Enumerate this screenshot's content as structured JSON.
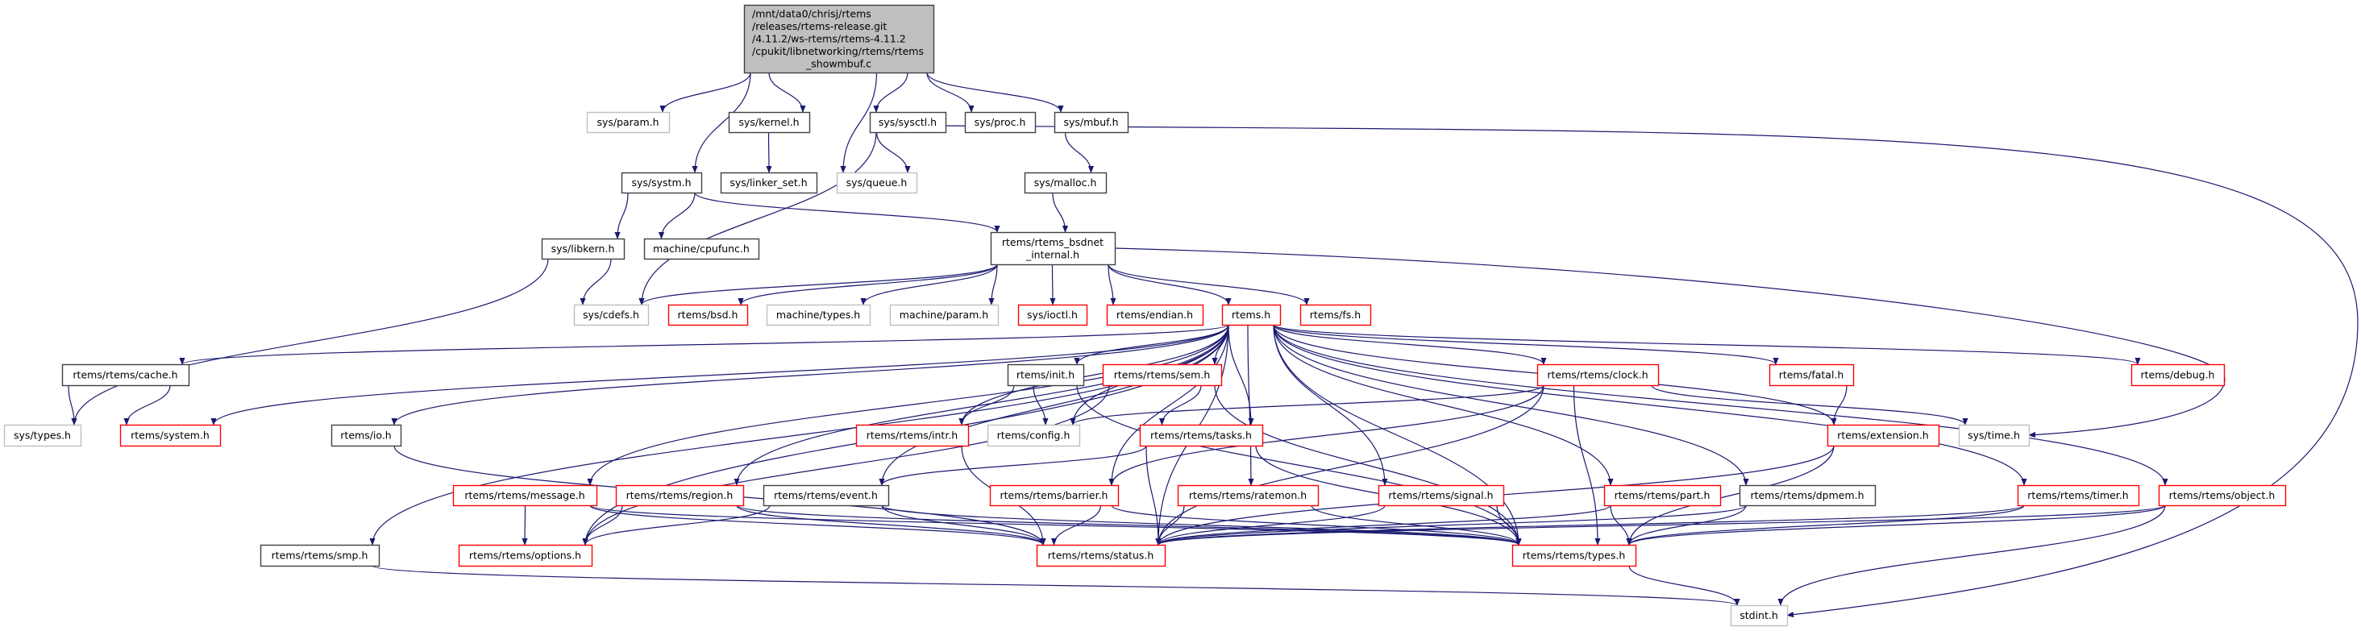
{
  "colors": {
    "edge": "#191970",
    "border_documented": "#000000",
    "border_undocumented": "#bfbfbf",
    "border_incomplete": "#ff0000",
    "root_fill": "#bfbfbf"
  },
  "graph": {
    "nodes": [
      {
        "id": "root",
        "lines": [
          "/mnt/data0/chrisj/rtems",
          "/releases/rtems-release.git",
          "/4.11.2/ws-rtems/rtems-4.11.2",
          "/cpukit/libnetworking/rtems/rtems",
          "_showmbuf.c"
        ],
        "kind": "root"
      },
      {
        "id": "sys_param",
        "lines": [
          "sys/param.h"
        ],
        "kind": "external"
      },
      {
        "id": "sys_kernel",
        "lines": [
          "sys/kernel.h"
        ],
        "kind": "normal"
      },
      {
        "id": "sys_sysctl",
        "lines": [
          "sys/sysctl.h"
        ],
        "kind": "normal"
      },
      {
        "id": "sys_proc",
        "lines": [
          "sys/proc.h"
        ],
        "kind": "normal"
      },
      {
        "id": "sys_mbuf",
        "lines": [
          "sys/mbuf.h"
        ],
        "kind": "normal"
      },
      {
        "id": "sys_systm",
        "lines": [
          "sys/systm.h"
        ],
        "kind": "normal"
      },
      {
        "id": "sys_linker_set",
        "lines": [
          "sys/linker_set.h"
        ],
        "kind": "normal"
      },
      {
        "id": "sys_queue",
        "lines": [
          "sys/queue.h"
        ],
        "kind": "external"
      },
      {
        "id": "sys_malloc",
        "lines": [
          "sys/malloc.h"
        ],
        "kind": "normal"
      },
      {
        "id": "sys_libkern",
        "lines": [
          "sys/libkern.h"
        ],
        "kind": "normal"
      },
      {
        "id": "machine_cpufunc",
        "lines": [
          "machine/cpufunc.h"
        ],
        "kind": "normal"
      },
      {
        "id": "bsdnet",
        "lines": [
          "rtems/rtems_bsdnet",
          "_internal.h"
        ],
        "kind": "normal"
      },
      {
        "id": "sys_cdefs",
        "lines": [
          "sys/cdefs.h"
        ],
        "kind": "external"
      },
      {
        "id": "rtems_bsd",
        "lines": [
          "rtems/bsd.h"
        ],
        "kind": "red"
      },
      {
        "id": "machine_types",
        "lines": [
          "machine/types.h"
        ],
        "kind": "external"
      },
      {
        "id": "machine_param",
        "lines": [
          "machine/param.h"
        ],
        "kind": "external"
      },
      {
        "id": "sys_ioctl",
        "lines": [
          "sys/ioctl.h"
        ],
        "kind": "red"
      },
      {
        "id": "rtems_endian",
        "lines": [
          "rtems/endian.h"
        ],
        "kind": "red"
      },
      {
        "id": "rtems_h",
        "lines": [
          "rtems.h"
        ],
        "kind": "red"
      },
      {
        "id": "rtems_fs",
        "lines": [
          "rtems/fs.h"
        ],
        "kind": "red"
      },
      {
        "id": "cache",
        "lines": [
          "rtems/rtems/cache.h"
        ],
        "kind": "normal"
      },
      {
        "id": "init",
        "lines": [
          "rtems/init.h"
        ],
        "kind": "normal"
      },
      {
        "id": "sem",
        "lines": [
          "rtems/rtems/sem.h"
        ],
        "kind": "red"
      },
      {
        "id": "clock",
        "lines": [
          "rtems/rtems/clock.h"
        ],
        "kind": "red"
      },
      {
        "id": "fatal",
        "lines": [
          "rtems/fatal.h"
        ],
        "kind": "red"
      },
      {
        "id": "debug",
        "lines": [
          "rtems/debug.h"
        ],
        "kind": "red"
      },
      {
        "id": "sys_types",
        "lines": [
          "sys/types.h"
        ],
        "kind": "external"
      },
      {
        "id": "system",
        "lines": [
          "rtems/system.h"
        ],
        "kind": "red"
      },
      {
        "id": "io",
        "lines": [
          "rtems/io.h"
        ],
        "kind": "normal"
      },
      {
        "id": "intr",
        "lines": [
          "rtems/rtems/intr.h"
        ],
        "kind": "red"
      },
      {
        "id": "config",
        "lines": [
          "rtems/config.h"
        ],
        "kind": "external"
      },
      {
        "id": "tasks",
        "lines": [
          "rtems/rtems/tasks.h"
        ],
        "kind": "red"
      },
      {
        "id": "extension",
        "lines": [
          "rtems/extension.h"
        ],
        "kind": "red"
      },
      {
        "id": "sys_time",
        "lines": [
          "sys/time.h"
        ],
        "kind": "external"
      },
      {
        "id": "message",
        "lines": [
          "rtems/rtems/message.h"
        ],
        "kind": "red"
      },
      {
        "id": "region",
        "lines": [
          "rtems/rtems/region.h"
        ],
        "kind": "red"
      },
      {
        "id": "event",
        "lines": [
          "rtems/rtems/event.h"
        ],
        "kind": "normal"
      },
      {
        "id": "barrier",
        "lines": [
          "rtems/rtems/barrier.h"
        ],
        "kind": "red"
      },
      {
        "id": "ratemon",
        "lines": [
          "rtems/rtems/ratemon.h"
        ],
        "kind": "red"
      },
      {
        "id": "signal",
        "lines": [
          "rtems/rtems/signal.h"
        ],
        "kind": "red"
      },
      {
        "id": "part",
        "lines": [
          "rtems/rtems/part.h"
        ],
        "kind": "red"
      },
      {
        "id": "dpmem",
        "lines": [
          "rtems/rtems/dpmem.h"
        ],
        "kind": "normal"
      },
      {
        "id": "timer",
        "lines": [
          "rtems/rtems/timer.h"
        ],
        "kind": "red"
      },
      {
        "id": "object",
        "lines": [
          "rtems/rtems/object.h"
        ],
        "kind": "red"
      },
      {
        "id": "smp",
        "lines": [
          "rtems/rtems/smp.h"
        ],
        "kind": "normal"
      },
      {
        "id": "options",
        "lines": [
          "rtems/rtems/options.h"
        ],
        "kind": "red"
      },
      {
        "id": "status",
        "lines": [
          "rtems/rtems/status.h"
        ],
        "kind": "red"
      },
      {
        "id": "types",
        "lines": [
          "rtems/rtems/types.h"
        ],
        "kind": "red"
      },
      {
        "id": "stdint",
        "lines": [
          "stdint.h"
        ],
        "kind": "external"
      }
    ],
    "edges": [
      [
        "root",
        "sys_param"
      ],
      [
        "root",
        "sys_systm"
      ],
      [
        "root",
        "sys_kernel"
      ],
      [
        "root",
        "sys_queue"
      ],
      [
        "root",
        "sys_sysctl"
      ],
      [
        "root",
        "sys_proc"
      ],
      [
        "root",
        "sys_mbuf"
      ],
      [
        "sys_kernel",
        "sys_linker_set"
      ],
      [
        "sys_sysctl",
        "sys_queue"
      ],
      [
        "sys_sysctl",
        "sys_cdefs"
      ],
      [
        "sys_sysctl",
        "stdint"
      ],
      [
        "sys_mbuf",
        "sys_malloc"
      ],
      [
        "sys_malloc",
        "bsdnet"
      ],
      [
        "sys_systm",
        "sys_libkern"
      ],
      [
        "sys_systm",
        "machine_cpufunc"
      ],
      [
        "sys_systm",
        "bsdnet"
      ],
      [
        "sys_libkern",
        "sys_types"
      ],
      [
        "sys_libkern",
        "sys_cdefs"
      ],
      [
        "bsdnet",
        "sys_cdefs"
      ],
      [
        "bsdnet",
        "rtems_bsd"
      ],
      [
        "bsdnet",
        "machine_types"
      ],
      [
        "bsdnet",
        "machine_param"
      ],
      [
        "bsdnet",
        "sys_ioctl"
      ],
      [
        "bsdnet",
        "rtems_endian"
      ],
      [
        "bsdnet",
        "rtems_h"
      ],
      [
        "bsdnet",
        "rtems_fs"
      ],
      [
        "bsdnet",
        "sys_time"
      ],
      [
        "rtems_h",
        "cache"
      ],
      [
        "rtems_h",
        "system"
      ],
      [
        "rtems_h",
        "io"
      ],
      [
        "rtems_h",
        "smp"
      ],
      [
        "rtems_h",
        "options"
      ],
      [
        "rtems_h",
        "message"
      ],
      [
        "rtems_h",
        "region"
      ],
      [
        "rtems_h",
        "event"
      ],
      [
        "rtems_h",
        "intr"
      ],
      [
        "rtems_h",
        "init"
      ],
      [
        "rtems_h",
        "config"
      ],
      [
        "rtems_h",
        "sem"
      ],
      [
        "rtems_h",
        "tasks"
      ],
      [
        "rtems_h",
        "barrier"
      ],
      [
        "rtems_h",
        "ratemon"
      ],
      [
        "rtems_h",
        "status"
      ],
      [
        "rtems_h",
        "signal"
      ],
      [
        "rtems_h",
        "types"
      ],
      [
        "rtems_h",
        "part"
      ],
      [
        "rtems_h",
        "dpmem"
      ],
      [
        "rtems_h",
        "clock"
      ],
      [
        "rtems_h",
        "fatal"
      ],
      [
        "rtems_h",
        "extension"
      ],
      [
        "rtems_h",
        "timer"
      ],
      [
        "rtems_h",
        "debug"
      ],
      [
        "rtems_h",
        "object"
      ],
      [
        "cache",
        "sys_types"
      ],
      [
        "cache",
        "system"
      ],
      [
        "io",
        "status"
      ],
      [
        "init",
        "intr"
      ],
      [
        "init",
        "config"
      ],
      [
        "init",
        "types"
      ],
      [
        "sem",
        "tasks"
      ],
      [
        "sem",
        "options"
      ],
      [
        "sem",
        "types"
      ],
      [
        "intr",
        "status"
      ],
      [
        "tasks",
        "event"
      ],
      [
        "tasks",
        "status"
      ],
      [
        "tasks",
        "types"
      ],
      [
        "clock",
        "config"
      ],
      [
        "clock",
        "barrier"
      ],
      [
        "clock",
        "sys_time"
      ],
      [
        "clock",
        "types"
      ],
      [
        "clock",
        "status"
      ],
      [
        "fatal",
        "extension"
      ],
      [
        "extension",
        "status"
      ],
      [
        "extension",
        "types"
      ],
      [
        "message",
        "options"
      ],
      [
        "message",
        "status"
      ],
      [
        "message",
        "types"
      ],
      [
        "region",
        "options"
      ],
      [
        "region",
        "status"
      ],
      [
        "region",
        "types"
      ],
      [
        "event",
        "options"
      ],
      [
        "event",
        "status"
      ],
      [
        "event",
        "types"
      ],
      [
        "barrier",
        "status"
      ],
      [
        "barrier",
        "types"
      ],
      [
        "ratemon",
        "status"
      ],
      [
        "ratemon",
        "types"
      ],
      [
        "signal",
        "status"
      ],
      [
        "signal",
        "types"
      ],
      [
        "part",
        "status"
      ],
      [
        "part",
        "types"
      ],
      [
        "dpmem",
        "status"
      ],
      [
        "dpmem",
        "types"
      ],
      [
        "timer",
        "status"
      ],
      [
        "timer",
        "types"
      ],
      [
        "object",
        "status"
      ],
      [
        "object",
        "types"
      ],
      [
        "object",
        "stdint"
      ],
      [
        "types",
        "stdint"
      ],
      [
        "smp",
        "stdint"
      ]
    ]
  }
}
